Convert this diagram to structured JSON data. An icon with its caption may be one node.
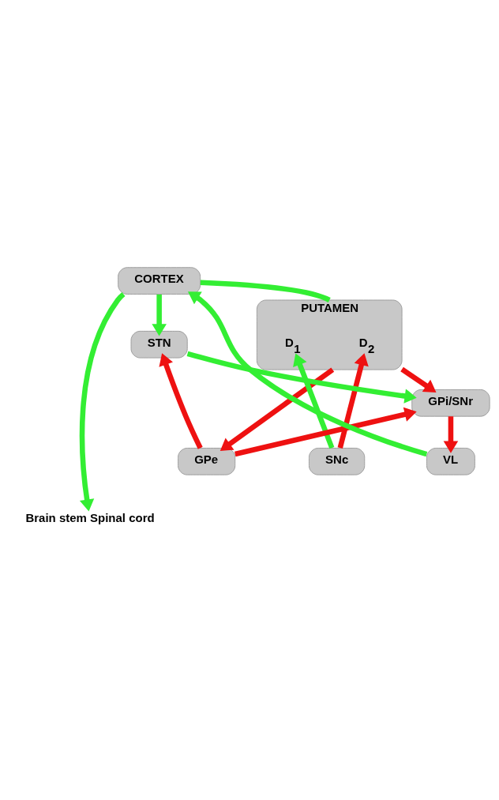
{
  "diagram": {
    "nodes": [
      {
        "text": [
          "CORTEX"
        ]
      },
      {
        "text": [
          "PUTAMEN"
        ]
      },
      {
        "text": [
          "D$_{2}$"
        ],
        "in": 1
      },
      {
        "text": [
          "D$_{1}$"
        ],
        "in": 1
      },
      {
        "text": [
          "SNc"
        ]
      },
      {
        "text": [
          "GPe"
        ]
      },
      {
        "text": [
          "STN"
        ]
      },
      {
        "text": [
          "VL"
        ]
      },
      {
        "text": [
          "GPi/SNr"
        ]
      },
      {
        "text": [
          "Brain stem Spinal cord"
        ]
      }
    ],
    "edges": [
      {
        "from": 0,
        "to": 1,
        "arrow": "none",
        "color": "#33ee33"
      },
      {
        "from": 0,
        "to": 9,
        "arrow": "to",
        "color": "#33ee33"
      },
      {
        "from": 0,
        "to": 6,
        "arrow": "to",
        "color": "#33ee33"
      },
      {
        "from": 4,
        "to": 2,
        "arrow": "to",
        "color": "#ee1111"
      },
      {
        "from": 4,
        "to": 3,
        "arrow": "to",
        "color": "#33ee33"
      },
      {
        "from": 1,
        "to": 5,
        "arrow": "to",
        "color": "#ee1111"
      },
      {
        "from": 1,
        "to": 8,
        "arrow": "to",
        "color": "#ee1111"
      },
      {
        "from": 5,
        "to": 6,
        "arrow": "to",
        "color": "#ee1111"
      },
      {
        "from": 5,
        "to": 8,
        "arrow": "to",
        "color": "#ee1111"
      },
      {
        "from": 6,
        "to": 8,
        "arrow": "to",
        "color": "#33ee33"
      },
      {
        "from": 8,
        "to": 7,
        "arrow": "to",
        "color": "#ee1111"
      },
      {
        "from": 7,
        "to": 0,
        "arrow": "to",
        "color": "#33ee33"
      }
    ]
  }
}
